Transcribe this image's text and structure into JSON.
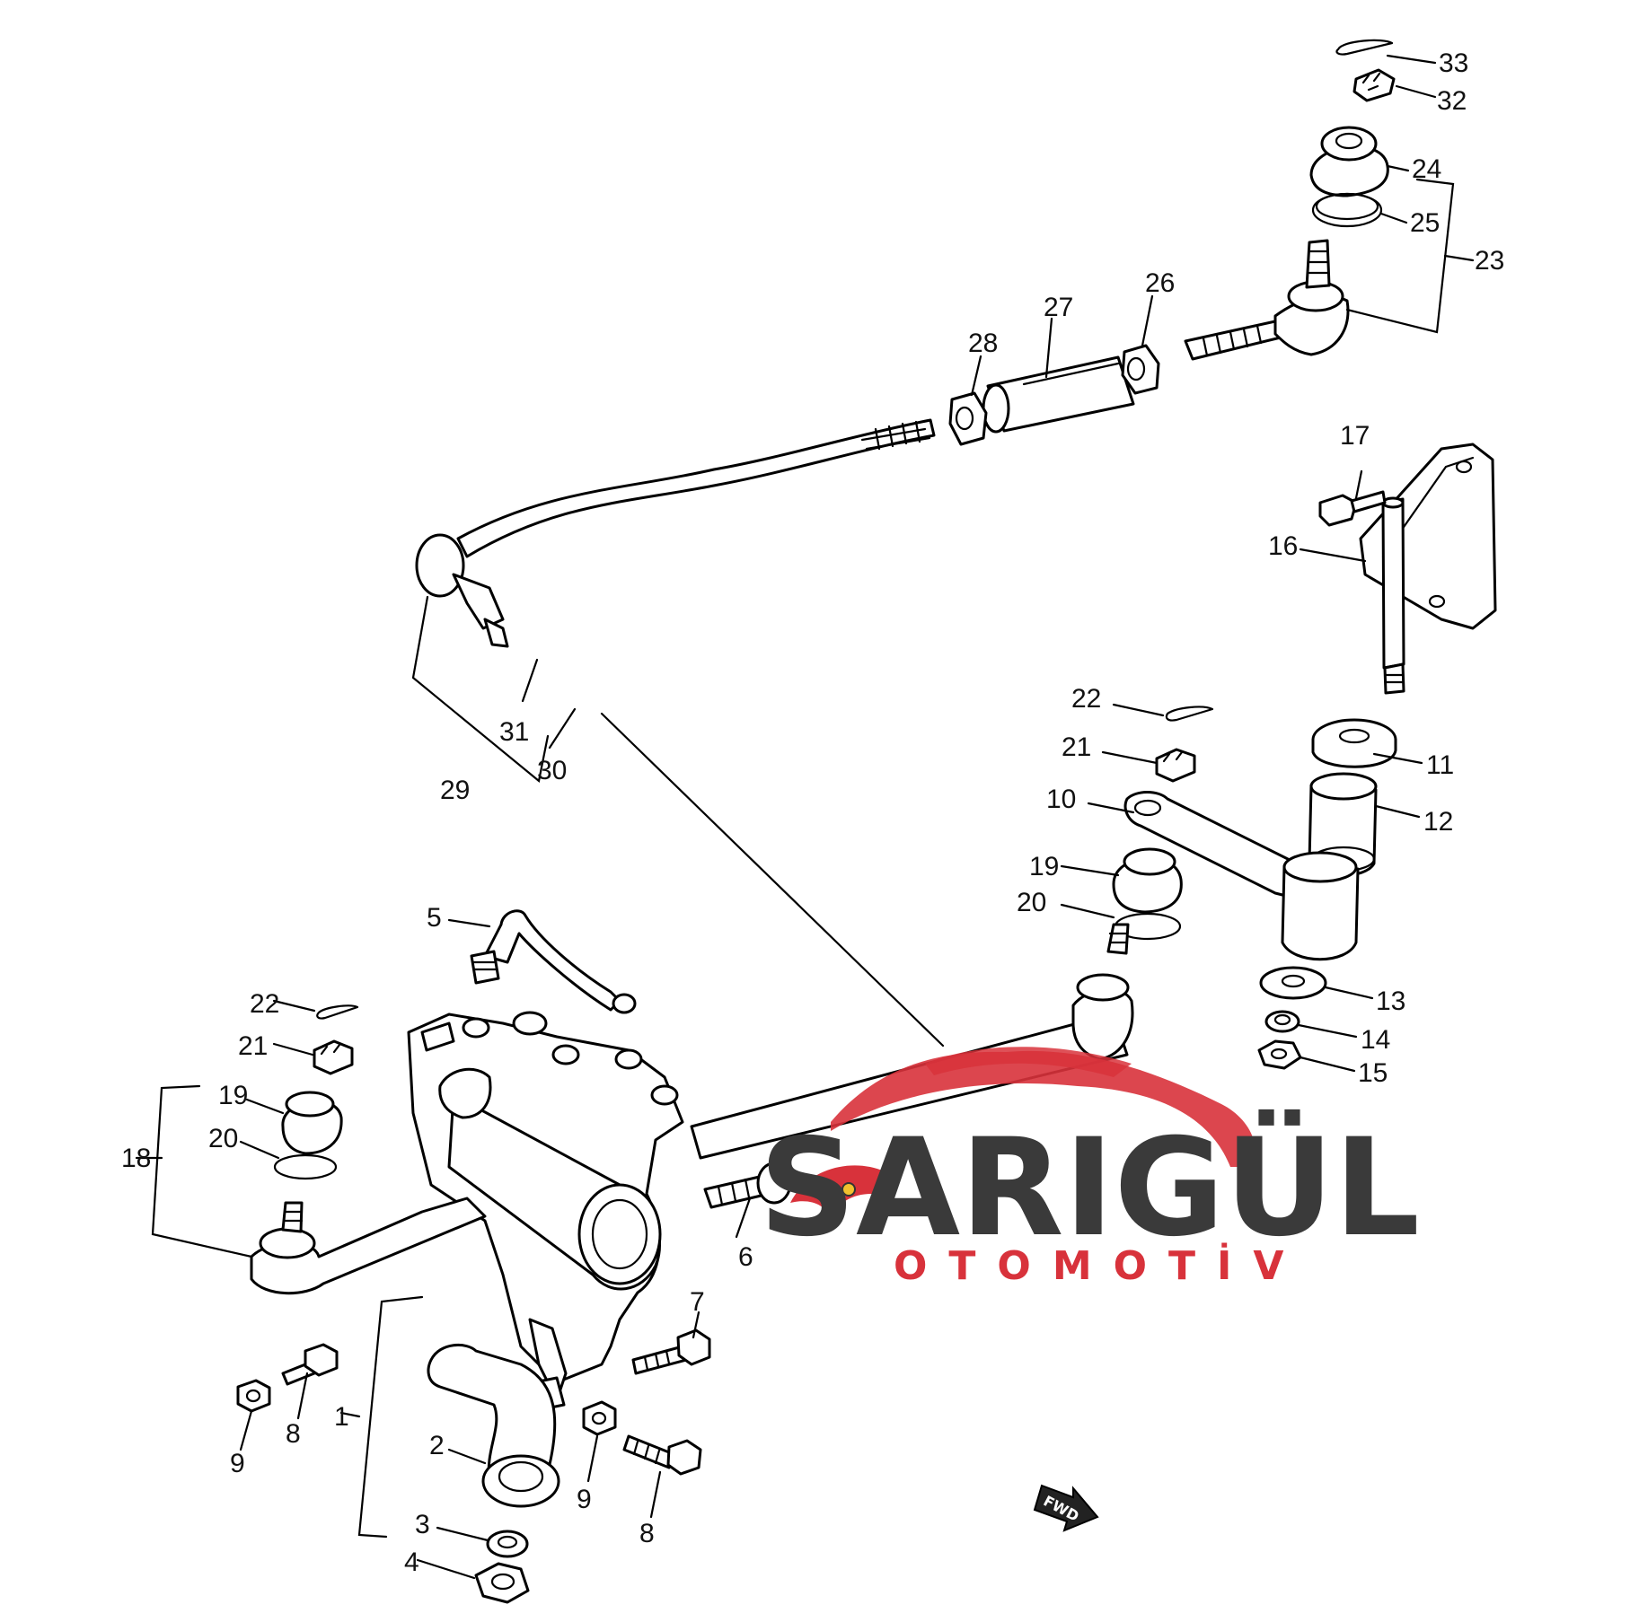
{
  "diagram": {
    "callouts": {
      "c1": "1",
      "c2": "2",
      "c3": "3",
      "c4": "4",
      "c5": "5",
      "c6": "6",
      "c7": "7",
      "c8a": "8",
      "c8b": "8",
      "c9a": "9",
      "c9b": "9",
      "c10": "10",
      "c11": "11",
      "c12": "12",
      "c13": "13",
      "c14": "14",
      "c15": "15",
      "c16": "16",
      "c17": "17",
      "c18": "18",
      "c19a": "19",
      "c19b": "19",
      "c20a": "20",
      "c20b": "20",
      "c21a": "21",
      "c21b": "21",
      "c22a": "22",
      "c22b": "22",
      "c23": "23",
      "c24": "24",
      "c25": "25",
      "c26": "26",
      "c27": "27",
      "c28": "28",
      "c29": "29",
      "c30": "30",
      "c31": "31",
      "c32": "32",
      "c33": "33"
    },
    "fwd_label": "FWD"
  },
  "watermark": {
    "brand": "SARIGÜL",
    "subtitle": "OTOMOTİV",
    "accent_color": "#d8323b",
    "text_color": "#3a3a3a"
  }
}
